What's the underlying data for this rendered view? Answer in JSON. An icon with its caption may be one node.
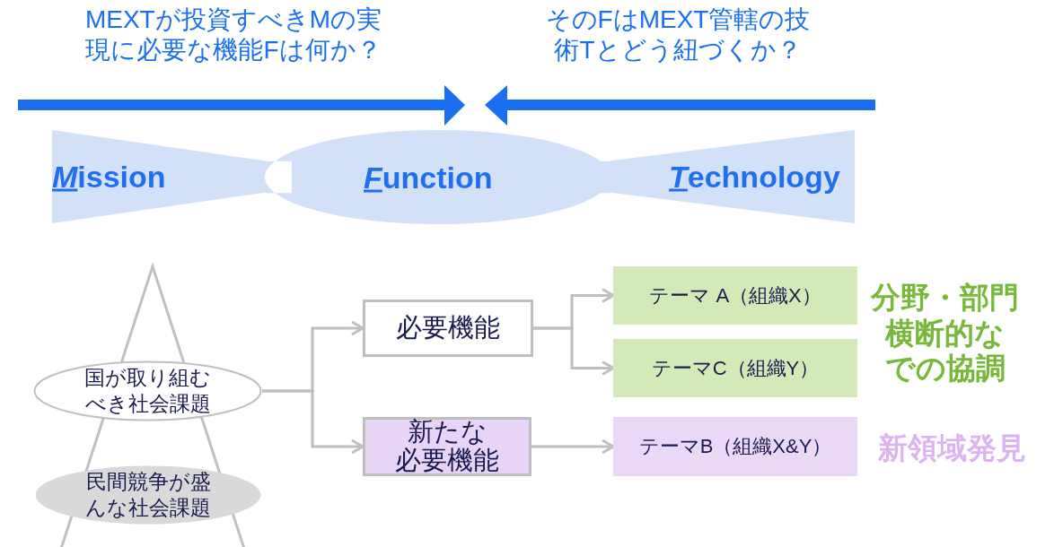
{
  "diagram": {
    "nodes": [
      {
        "text": [
          "Mission"
        ]
      },
      {
        "text": [
          "Function"
        ]
      },
      {
        "text": [
          "Technology"
        ]
      },
      {
        "text": [
          "国が取り組むべき社会課題"
        ]
      },
      {
        "text": [
          "民間競争が盛んな社会課題"
        ]
      },
      {
        "text": [
          "必要機能"
        ]
      },
      {
        "text": [
          "新たな必要機能"
        ]
      },
      {
        "text": [
          "テーマ A（組織X）"
        ]
      },
      {
        "text": [
          "テーマC（組織Y）"
        ]
      },
      {
        "text": [
          "テーマB（組織X&Y）"
        ]
      }
    ],
    "edges": [
      {
        "from": 3,
        "to": 5,
        "arrow": "to"
      },
      {
        "from": 3,
        "to": 6,
        "arrow": "to"
      },
      {
        "from": 5,
        "to": 7,
        "arrow": "to"
      },
      {
        "from": 5,
        "to": 8,
        "arrow": "to"
      },
      {
        "from": 6,
        "to": 9,
        "arrow": "to"
      }
    ],
    "labels": [
      "MEXTが投資すべきMの実現に必要な機能Fは何か？",
      "そのFはMEXT管轄の技術Tとどう紐づくか？",
      "分野・部門横断的なでの協調",
      "新領域発見"
    ]
  }
}
